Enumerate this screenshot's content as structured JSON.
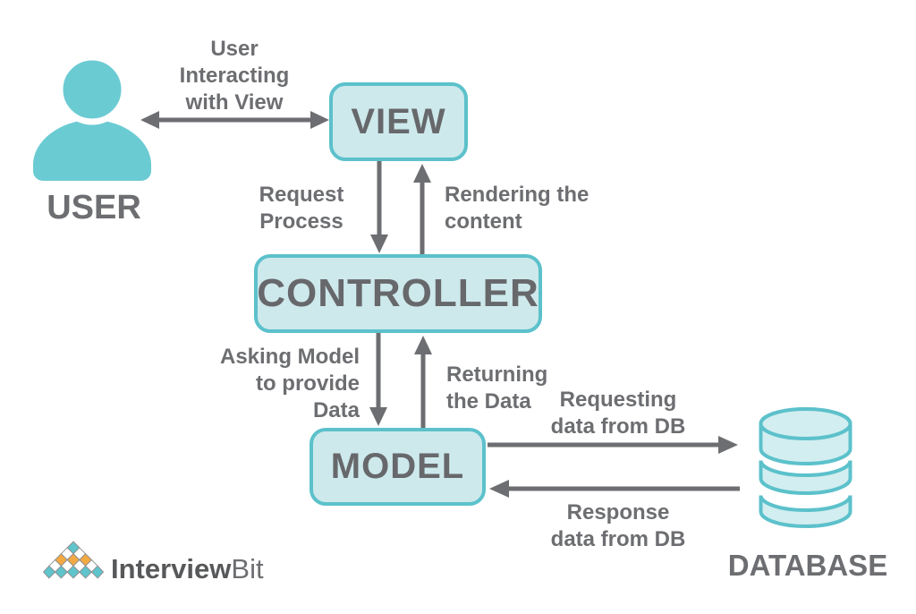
{
  "brand_colors": {
    "teal_border": "#5cc1cb",
    "teal_fill": "#cde9ec",
    "icon_teal": "#6bcbd3",
    "logo_orange": "#f3a943",
    "text_gray": "#6d6e71"
  },
  "nodes": {
    "user": {
      "label": "USER"
    },
    "view": {
      "label": "VIEW"
    },
    "controller": {
      "label": "CONTROLLER"
    },
    "model": {
      "label": "MODEL"
    },
    "database": {
      "label": "DATABASE"
    }
  },
  "edges": {
    "user_view": {
      "lines": [
        "User",
        "Interacting",
        "with View"
      ],
      "direction": "bidirectional"
    },
    "request_process": {
      "lines": [
        "Request",
        "Process"
      ],
      "direction": "view-to-controller"
    },
    "rendering_content": {
      "lines": [
        "Rendering the",
        "content"
      ],
      "direction": "controller-to-view"
    },
    "asking_model": {
      "lines": [
        "Asking Model",
        "to provide",
        "Data"
      ],
      "direction": "controller-to-model"
    },
    "returning_data": {
      "lines": [
        "Returning",
        "the Data"
      ],
      "direction": "model-to-controller"
    },
    "requesting_db": {
      "lines": [
        "Requesting",
        "data from DB"
      ],
      "direction": "model-to-database"
    },
    "response_db": {
      "lines": [
        "Response",
        "data from DB"
      ],
      "direction": "database-to-model"
    }
  },
  "icons": {
    "user": "user-person-icon",
    "database": "database-cylinder-icon",
    "logo": "interviewbit-pyramid-logo"
  },
  "footer": {
    "logo_bold": "Interview",
    "logo_light": "Bit"
  }
}
